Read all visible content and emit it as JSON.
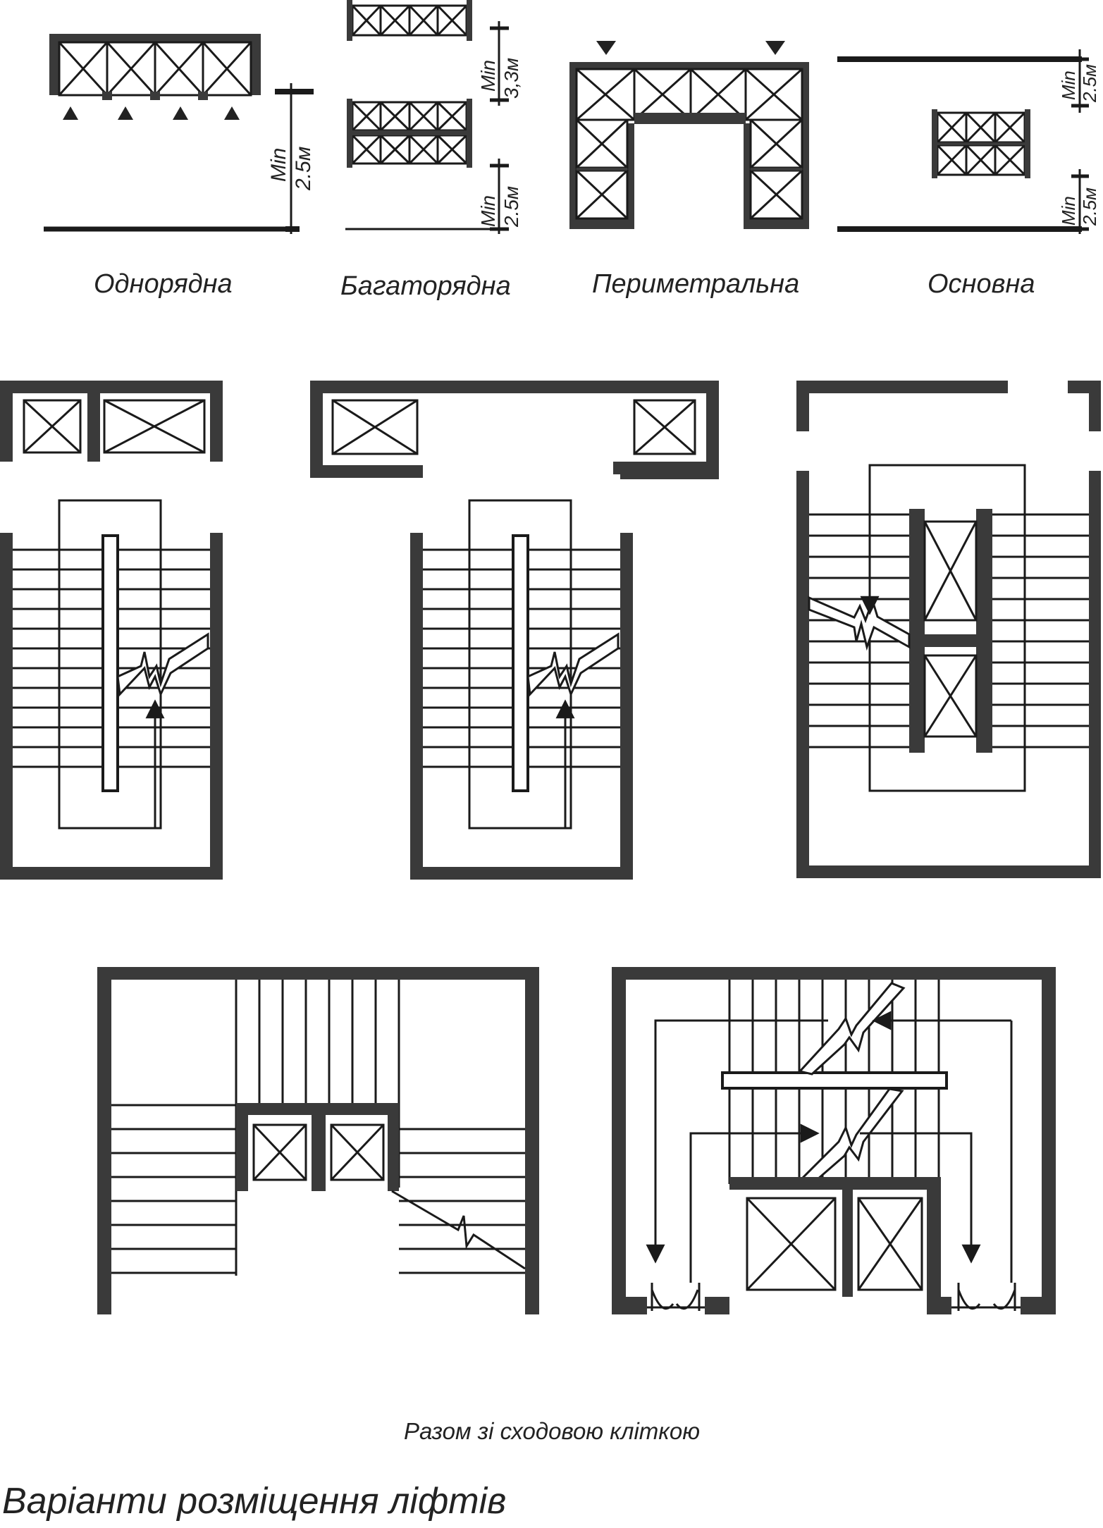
{
  "layouts": [
    {
      "id": "single",
      "label": "Однорядна"
    },
    {
      "id": "multi",
      "label": "Багаторядна"
    },
    {
      "id": "perimeter",
      "label": "Периметральна"
    },
    {
      "id": "main",
      "label": "Основна"
    }
  ],
  "dimensions": {
    "min": "Min",
    "d25": "2.5м",
    "d33": "3,3м"
  },
  "stair_caption": "Разом зі сходовою кліткою",
  "page_title": "Варіанти розміщення ліфтів",
  "colors": {
    "wall": "#3a3a3a",
    "line": "#1a1a1a"
  }
}
